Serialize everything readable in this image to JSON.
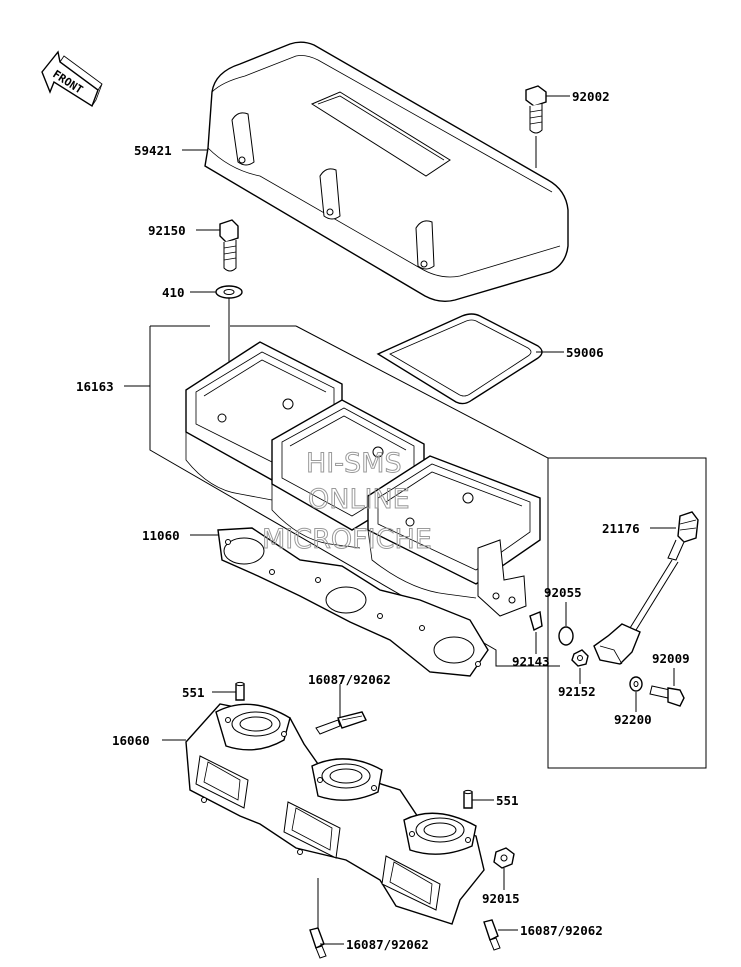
{
  "direction_badge": {
    "text": "FRONT"
  },
  "watermark": {
    "lines": [
      "HI-SMS",
      "ONLINE",
      "MICROFICHE"
    ]
  },
  "part_numbers": {
    "p59421": "59421",
    "p92002": "92002",
    "p92150": "92150",
    "p410": "410",
    "p59006": "59006",
    "p16163": "16163",
    "p11060": "11060",
    "p21176": "21176",
    "p92055": "92055",
    "p92143": "92143",
    "p92009": "92009",
    "p92152": "92152",
    "p92200": "92200",
    "p551a": "551",
    "p16087a": "16087/92062",
    "p16060": "16060",
    "p551b": "551",
    "p92015": "92015",
    "p16087b": "16087/92062",
    "p16087c": "16087/92062"
  }
}
